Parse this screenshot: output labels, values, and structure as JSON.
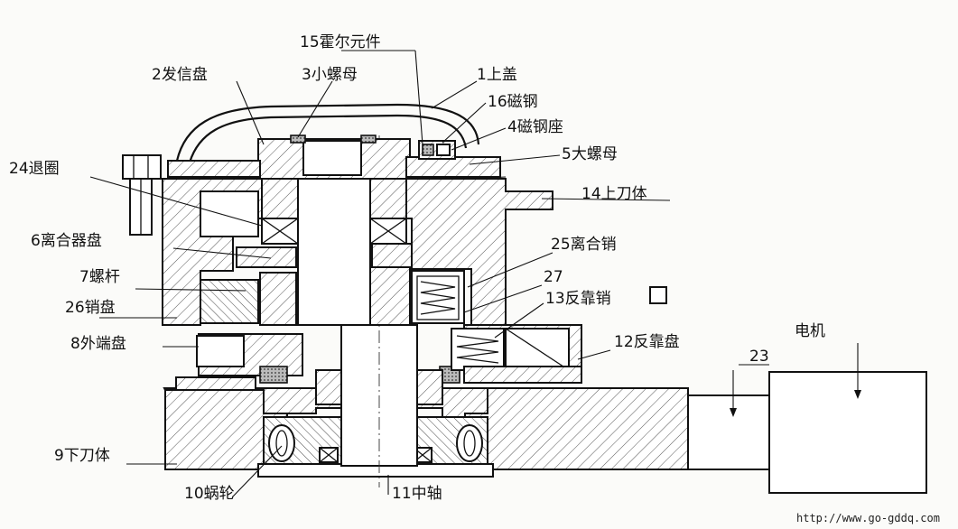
{
  "labels": {
    "p1": "1上盖",
    "p2": "2发信盘",
    "p3": "3小螺母",
    "p4": "4磁钢座",
    "p5": "5大螺母",
    "p6": "6离合器盘",
    "p7": "7螺杆",
    "p8": "8外端盘",
    "p9": "9下刀体",
    "p10": "10蜗轮",
    "p11": "11中轴",
    "p12": "12反靠盘",
    "p13": "13反靠销",
    "p14": "14上刀体",
    "p15": "15霍尔元件",
    "p16": "16磁钢",
    "p23": "23",
    "p24": "24退圈",
    "p25": "25离合销",
    "p26": "26销盘",
    "p27": "27",
    "motor": "电机"
  },
  "watermark": "http://www.go-gddq.com"
}
